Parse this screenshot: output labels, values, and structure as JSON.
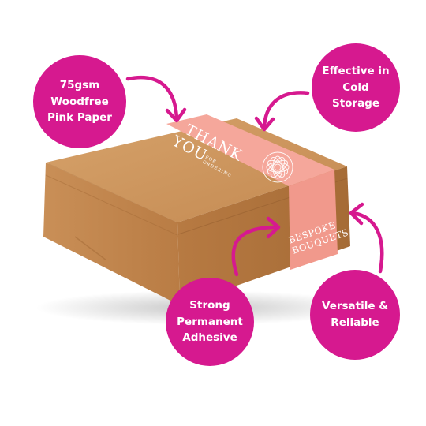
{
  "colors": {
    "accent": "#d6198f",
    "kraft": "#c8935c",
    "kraft_dark": "#a8733f",
    "band": "#f5a79b"
  },
  "callouts": [
    {
      "lines": [
        "75gsm",
        "Woodfree",
        "Pink Paper"
      ]
    },
    {
      "lines": [
        "Effective in",
        "Cold",
        "Storage"
      ]
    },
    {
      "lines": [
        "Strong",
        "Permanent",
        "Adhesive"
      ]
    },
    {
      "lines": [
        "Versatile &",
        "Reliable"
      ]
    }
  ],
  "band": {
    "top_line1": "THANK",
    "top_line2": "YOU",
    "top_line3": "FOR",
    "top_line4": "ORDERING",
    "front_line1": "BESPOKE",
    "front_line2": "BOUQUETS"
  }
}
